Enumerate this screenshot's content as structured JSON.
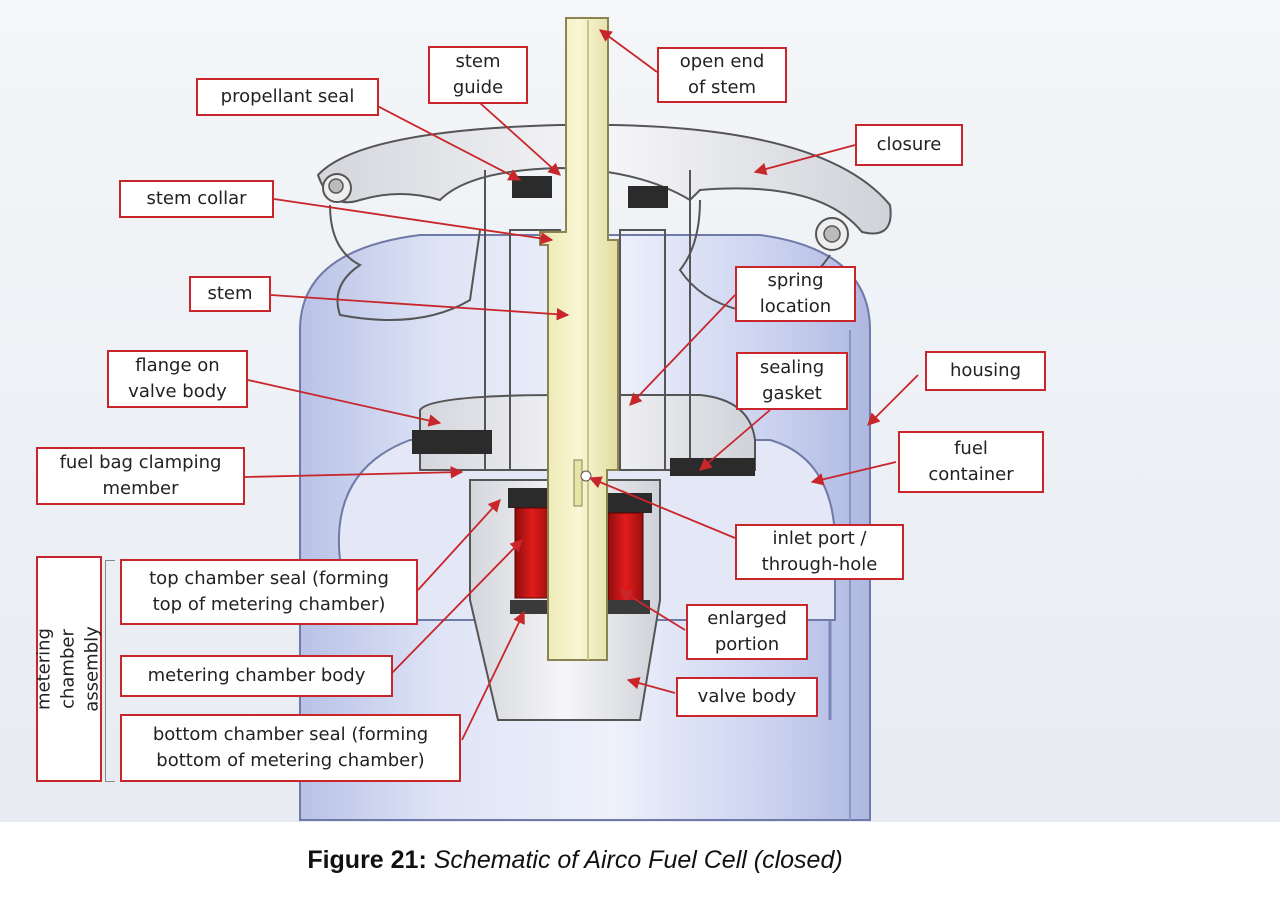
{
  "labels": {
    "stem_guide": "stem\nguide",
    "open_end": "open end\nof stem",
    "propellant_seal": "propellant seal",
    "closure": "closure",
    "stem_collar": "stem collar",
    "stem": "stem",
    "spring_location": "spring\nlocation",
    "flange": "flange on\nvalve body",
    "sealing_gasket": "sealing\ngasket",
    "housing": "housing",
    "fuel_bag": "fuel bag clamping\nmember",
    "fuel_container": "fuel\ncontainer",
    "inlet_port": "inlet port /\nthrough-hole",
    "top_seal": "top chamber seal (forming\ntop of metering chamber)",
    "enlarged": "enlarged\nportion",
    "metering_body": "metering chamber body",
    "valve_body": "valve body",
    "bottom_seal": "bottom chamber seal (forming\nbottom of metering chamber)",
    "assembly": "metering chamber\nassembly"
  },
  "caption": {
    "figure": "Figure 21:",
    "text": "Schematic of Airco Fuel Cell (closed)"
  },
  "colors": {
    "callout_border": "#c8262b",
    "arrow": "#c8262b",
    "stem": "#f4f1c4",
    "seal": "#2b2b2b",
    "chamber": "#c41414",
    "housing": "#c9d3ee"
  }
}
